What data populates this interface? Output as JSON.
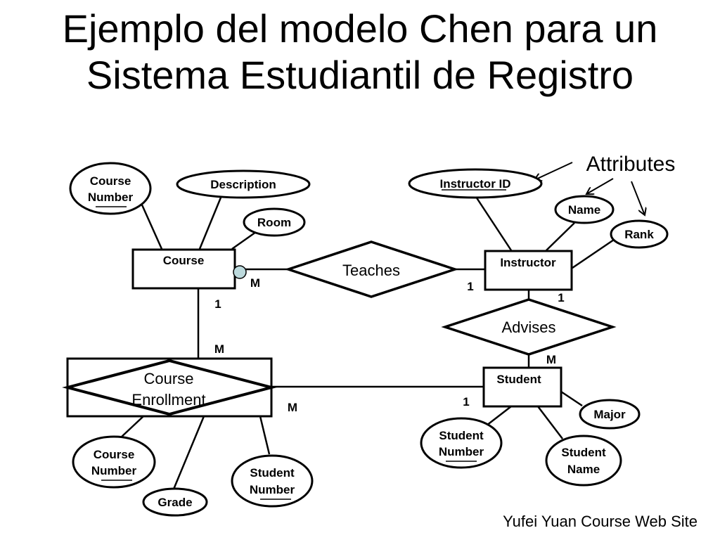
{
  "title": {
    "line1": "Ejemplo del modelo Chen para un",
    "line2": "Sistema Estudiantil de Registro"
  },
  "callout": "Attributes",
  "entities": {
    "course": "Course",
    "instructor": "Instructor",
    "student": "Student"
  },
  "relationships": {
    "teaches": "Teaches",
    "advises": "Advises",
    "enrollment_line1": "Course",
    "enrollment_line2": "Enrollment"
  },
  "attributes": {
    "course_number_1": "Course",
    "course_number_2": "Number",
    "description": "Description",
    "room": "Room",
    "instructor_id": "Instructor ID",
    "name": "Name",
    "rank": "Rank",
    "major": "Major",
    "student_number_1": "Student",
    "student_number_2": "Number",
    "student_name_1": "Student",
    "student_name_2": "Name",
    "enr_course_number_1": "Course",
    "enr_course_number_2": "Number",
    "grade": "Grade",
    "enr_student_number_1": "Student",
    "enr_student_number_2": "Number"
  },
  "cardinalities": {
    "course_teaches": "M",
    "instructor_teaches": "1",
    "course_enrollment": "1",
    "enrollment_course": "M",
    "instructor_advises": "1",
    "student_advises": "M",
    "enrollment_student": "M",
    "student_enrollment": "1"
  },
  "credit": "Yufei Yuan Course Web Site",
  "colors": {
    "stroke": "#000000",
    "background": "#ffffff",
    "connector_circle": "#bcd9dc"
  }
}
